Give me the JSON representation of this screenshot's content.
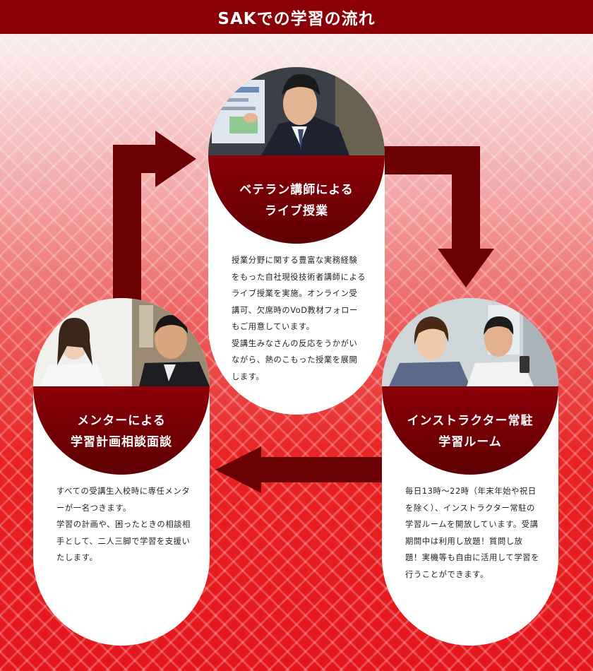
{
  "header": {
    "title": "SAKでの学習の流れ"
  },
  "cards": {
    "top": {
      "title_line1": "ベテラン講師による",
      "title_line2": "ライブ授業",
      "description": "授業分野に関する豊富な実務経験をもった自社現役技術者講師によるライブ授業を実施。オンライン受講可、欠席時のVoD教材フォローもご用意しています。\n受講生みなさんの反応をうかがいながら、熱のこもった授業を展開します。"
    },
    "left": {
      "title_line1": "メンターによる",
      "title_line2": "学習計画相談面談",
      "description": "すべての受講生入校時に専任メンターが一名つきます。\n学習の計画や、困ったときの相談相手として、二人三脚で学習を支援いたします。"
    },
    "right": {
      "title_line1": "インストラクター常駐",
      "title_line2": "学習ルーム",
      "description": "毎日13時～22時（年末年始や祝日を除く）、インストラクター常駐の学習ルームを開放しています。受講期間中は利用し放題！質問し放題！実機等も自由に活用して学習を行うことができます。"
    }
  },
  "colors": {
    "header_bg": "#8b0006",
    "arrow": "#6b0004",
    "caption_bg": "#7a0006",
    "background_red": "#e4161c"
  }
}
